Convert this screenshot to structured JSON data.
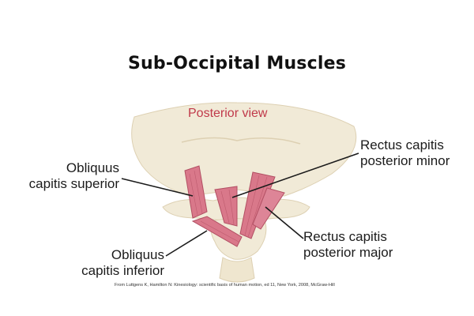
{
  "title": "Sub-Occipital Muscles",
  "view_label": "Posterior view",
  "labels": {
    "obliquus_capitis_superior": [
      "Obliquus",
      "capitis superior"
    ],
    "rectus_capitis_posterior_minor": [
      "Rectus capitis",
      "posterior minor"
    ],
    "rectus_capitis_posterior_major": [
      "Rectus capitis",
      "posterior major"
    ],
    "obliquus_capitis_inferior": [
      "Obliquus",
      "capitis inferior"
    ]
  },
  "citation": "From Luttgens K, Hamilton N: Kinesiology: scientific basis of human motion, ed 11, New York, 2008, McGraw-Hill",
  "colors": {
    "bone": "#f1ead7",
    "bone_shadow": "#ddd0b2",
    "muscle": "#d9788a",
    "muscle_dark": "#b24f63",
    "view_label": "#c0394a",
    "leader_line": "#1b1b1b"
  }
}
